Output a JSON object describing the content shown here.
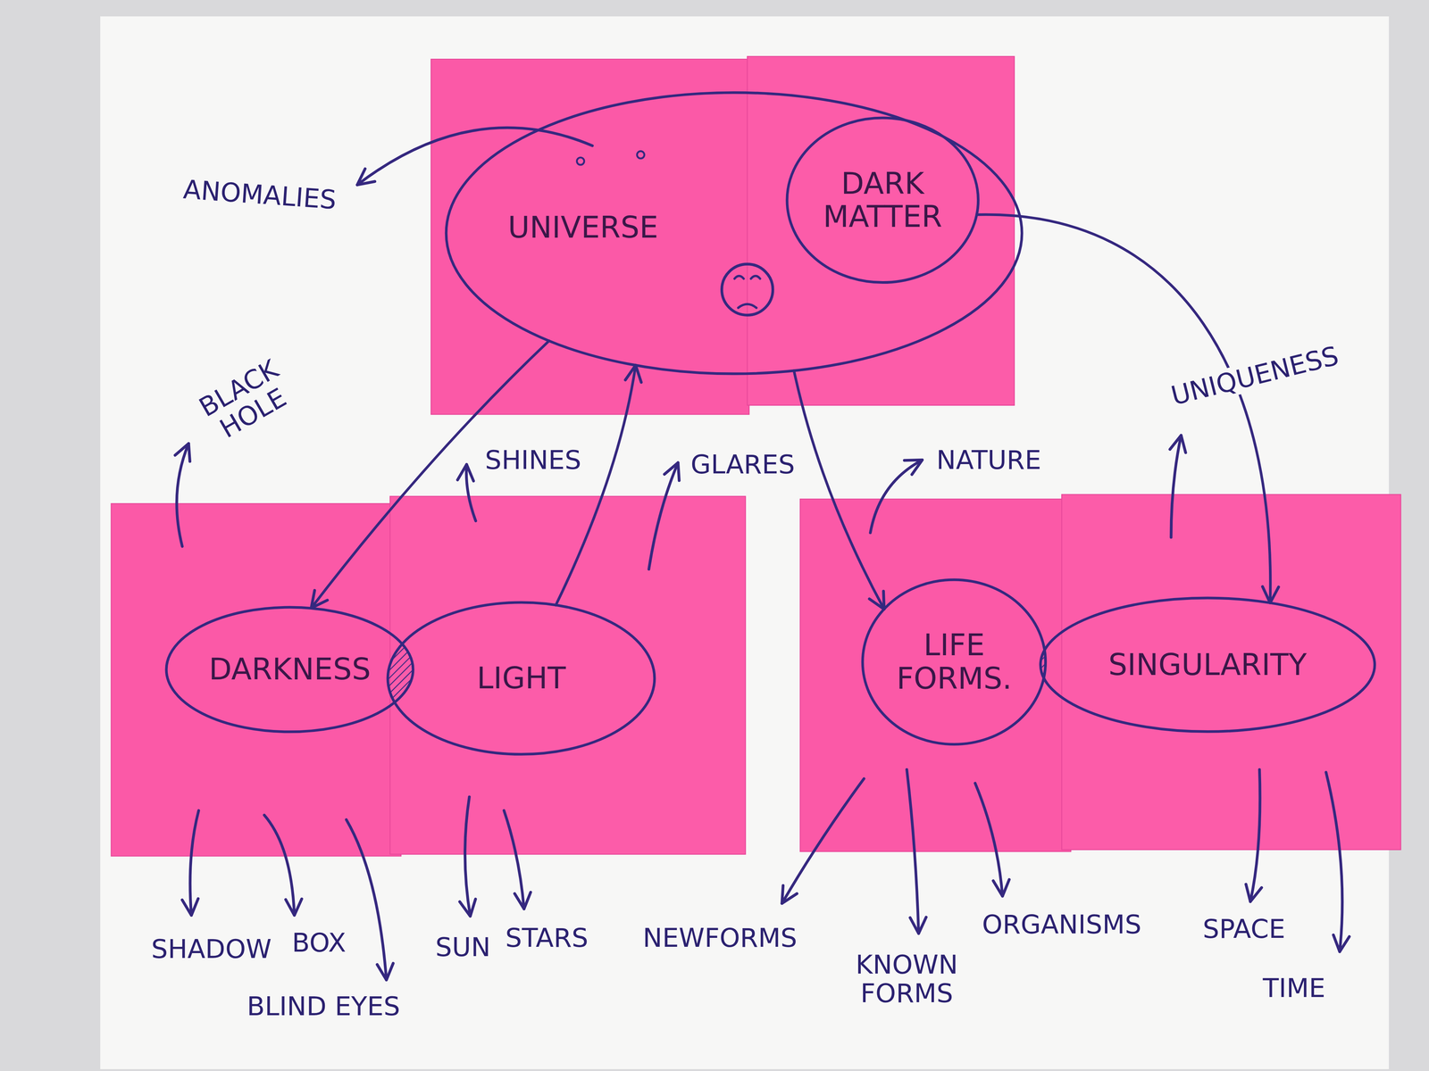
{
  "diagram": {
    "nodes": [
      {
        "text": [
          "UNIVERSE"
        ]
      },
      {
        "text": [
          "DARK MATTER"
        ],
        "in": 0
      },
      {
        "text": [
          "DARKNESS"
        ]
      },
      {
        "text": [
          "LIGHT"
        ]
      },
      {
        "text": [
          "LIFE FORMS."
        ]
      },
      {
        "text": [
          "SINGULARITY"
        ]
      }
    ],
    "edges": [
      {
        "from": 0,
        "to": 2,
        "arrow": "to"
      },
      {
        "from": 3,
        "to": 0,
        "arrow": "to"
      },
      {
        "from": 0,
        "to": 4,
        "arrow": "to"
      },
      {
        "from": 1,
        "to": 5,
        "arrow": "to"
      }
    ],
    "labels": [
      "ANOMALIES",
      "BLACK HOLE",
      "SHINES",
      "GLARES",
      "NATURE",
      "UNIQUENESS",
      "SHADOW",
      "BOX",
      "SUN",
      "STARS",
      "NEWFORMS",
      "KNOWN FORMS",
      "ORGANISMS",
      "SPACE",
      "BLIND EYES",
      "TIME"
    ]
  }
}
